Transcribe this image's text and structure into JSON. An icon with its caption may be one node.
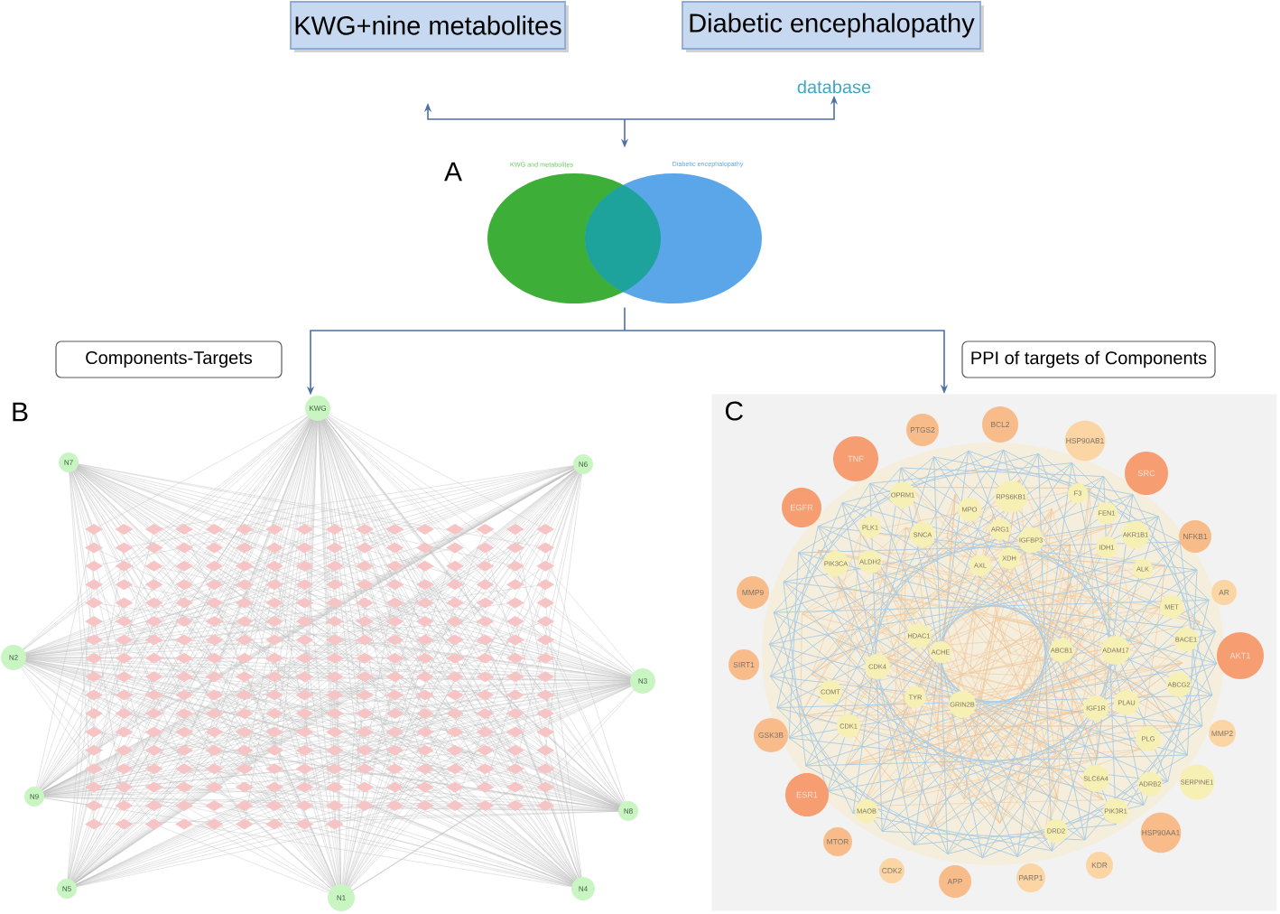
{
  "diagram": {
    "nodes": [
      {
        "text": [
          "KWG+nine metabolites"
        ]
      },
      {
        "text": [
          "Diabetic encephalopathy"
        ]
      },
      {
        "text": [
          "database"
        ]
      },
      {
        "text": [
          "KWG and metabolites",
          "Diabetic encephalopathy"
        ]
      },
      {
        "text": [
          "Components-Targets"
        ]
      },
      {
        "text": [
          "PPI of targets of Components"
        ]
      },
      {
        "text": [
          "KWG"
        ]
      },
      {
        "text": [
          "N7"
        ]
      },
      {
        "text": [
          "N6"
        ]
      },
      {
        "text": [
          "N2"
        ]
      },
      {
        "text": [
          "N3"
        ]
      },
      {
        "text": [
          "N9"
        ]
      },
      {
        "text": [
          "N8"
        ]
      },
      {
        "text": [
          "N5"
        ]
      },
      {
        "text": [
          "N1"
        ]
      },
      {
        "text": [
          "N4"
        ]
      },
      {
        "text": [
          "C"
        ]
      },
      {
        "text": [
          "PTGS2"
        ],
        "in": 16
      },
      {
        "text": [
          "BCL2"
        ],
        "in": 16
      },
      {
        "text": [
          "HSP90AB1"
        ],
        "in": 16
      },
      {
        "text": [
          "TNF"
        ],
        "in": 16
      },
      {
        "text": [
          "SRC"
        ],
        "in": 16
      },
      {
        "text": [
          "OPRM1"
        ],
        "in": 16
      },
      {
        "text": [
          "RPS6KB1"
        ],
        "in": 16
      },
      {
        "text": [
          "F3"
        ],
        "in": 16
      },
      {
        "text": [
          "EGFR"
        ],
        "in": 16
      },
      {
        "text": [
          "MPO"
        ],
        "in": 16
      },
      {
        "text": [
          "FEN1"
        ],
        "in": 16
      },
      {
        "text": [
          "PLK1"
        ],
        "in": 16
      },
      {
        "text": [
          "SNCA"
        ],
        "in": 16
      },
      {
        "text": [
          "ARG1"
        ],
        "in": 16
      },
      {
        "text": [
          "IGFBP3"
        ],
        "in": 16
      },
      {
        "text": [
          "AKR1B1"
        ],
        "in": 16
      },
      {
        "text": [
          "NFKB1"
        ],
        "in": 16
      },
      {
        "text": [
          "IDH1"
        ],
        "in": 16
      },
      {
        "text": [
          "PIK3CA"
        ],
        "in": 16
      },
      {
        "text": [
          "ALDH2"
        ],
        "in": 16
      },
      {
        "text": [
          "AXL"
        ],
        "in": 16
      },
      {
        "text": [
          "XDH"
        ],
        "in": 16
      },
      {
        "text": [
          "ALK"
        ],
        "in": 16
      },
      {
        "text": [
          "MMP9"
        ],
        "in": 16
      },
      {
        "text": [
          "MET"
        ],
        "in": 16
      },
      {
        "text": [
          "AR"
        ],
        "in": 16
      },
      {
        "text": [
          "HDAC1"
        ],
        "in": 16
      },
      {
        "text": [
          "ACHE"
        ],
        "in": 16
      },
      {
        "text": [
          "ABCB1"
        ],
        "in": 16
      },
      {
        "text": [
          "ADAM17"
        ],
        "in": 16
      },
      {
        "text": [
          "BACE1"
        ],
        "in": 16
      },
      {
        "text": [
          "AKT1"
        ],
        "in": 16
      },
      {
        "text": [
          "SIRT1"
        ],
        "in": 16
      },
      {
        "text": [
          "CDK4"
        ],
        "in": 16
      },
      {
        "text": [
          "COMT"
        ],
        "in": 16
      },
      {
        "text": [
          "TYR"
        ],
        "in": 16
      },
      {
        "text": [
          "GRIN2B"
        ],
        "in": 16
      },
      {
        "text": [
          "IGF1R"
        ],
        "in": 16
      },
      {
        "text": [
          "PLAU"
        ],
        "in": 16
      },
      {
        "text": [
          "ABCG2"
        ],
        "in": 16
      },
      {
        "text": [
          "CDK1"
        ],
        "in": 16
      },
      {
        "text": [
          "GSK3B"
        ],
        "in": 16
      },
      {
        "text": [
          "PLG"
        ],
        "in": 16
      },
      {
        "text": [
          "MMP2"
        ],
        "in": 16
      },
      {
        "text": [
          "SLC6A4"
        ],
        "in": 16
      },
      {
        "text": [
          "ADRB2"
        ],
        "in": 16
      },
      {
        "text": [
          "SERPINE1"
        ],
        "in": 16
      },
      {
        "text": [
          "ESR1"
        ],
        "in": 16
      },
      {
        "text": [
          "MAOB"
        ],
        "in": 16
      },
      {
        "text": [
          "PIK3R1"
        ],
        "in": 16
      },
      {
        "text": [
          "DRD2"
        ],
        "in": 16
      },
      {
        "text": [
          "HSP90AA1"
        ],
        "in": 16
      },
      {
        "text": [
          "MTOR"
        ],
        "in": 16
      },
      {
        "text": [
          "CDK2"
        ],
        "in": 16
      },
      {
        "text": [
          "APP"
        ],
        "in": 16
      },
      {
        "text": [
          "PARP1"
        ],
        "in": 16
      },
      {
        "text": [
          "KDR"
        ],
        "in": 16
      }
    ],
    "edges": [
      {
        "from": null,
        "to": 3,
        "arrow": "both"
      },
      {
        "from": 2,
        "to": 3,
        "arrow": "both"
      },
      {
        "from": 3,
        "to": 6,
        "arrow": "to"
      },
      {
        "from": 3,
        "to": 16,
        "arrow": "to"
      }
    ],
    "labels": [
      "A",
      "B"
    ]
  }
}
